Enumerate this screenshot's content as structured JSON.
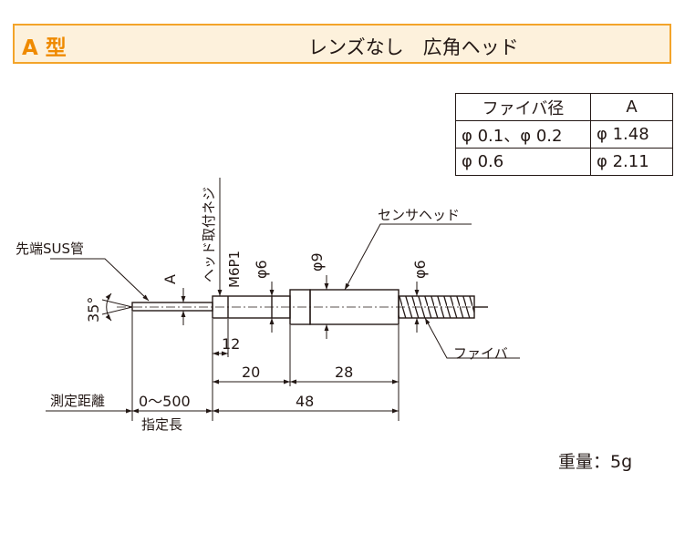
{
  "header": {
    "type_label": "A 型",
    "title": "レンズなし　広角ヘッド"
  },
  "spec_table": {
    "headers": [
      "ファイバ径",
      "A"
    ],
    "rows": [
      [
        "φ 0.1、φ 0.2",
        "φ 1.48"
      ],
      [
        "φ 0.6",
        "φ 2.11"
      ]
    ]
  },
  "diagram": {
    "labels": {
      "tip_tube": "先端SUS管",
      "sensor_head": "センサヘッド",
      "mount_screw": "ヘッド取付ネジ",
      "thread_spec": "M6P1",
      "angle": "35°",
      "dim_a": "A",
      "dia_6_head": "φ6",
      "dia_9": "φ9",
      "dia_6_fiber": "φ6",
      "fiber": "ファイバ",
      "dim_12": "12",
      "dim_20": "20",
      "dim_28": "28",
      "measure_distance": "測定距離",
      "range": "0～500",
      "specified_length": "指定長",
      "dim_48": "48"
    }
  },
  "weight": "重量：5g",
  "colors": {
    "accent": "#f3a42a",
    "accent_text": "#ef8a00",
    "header_bg": "#fdf1dc",
    "line": "#231815"
  }
}
